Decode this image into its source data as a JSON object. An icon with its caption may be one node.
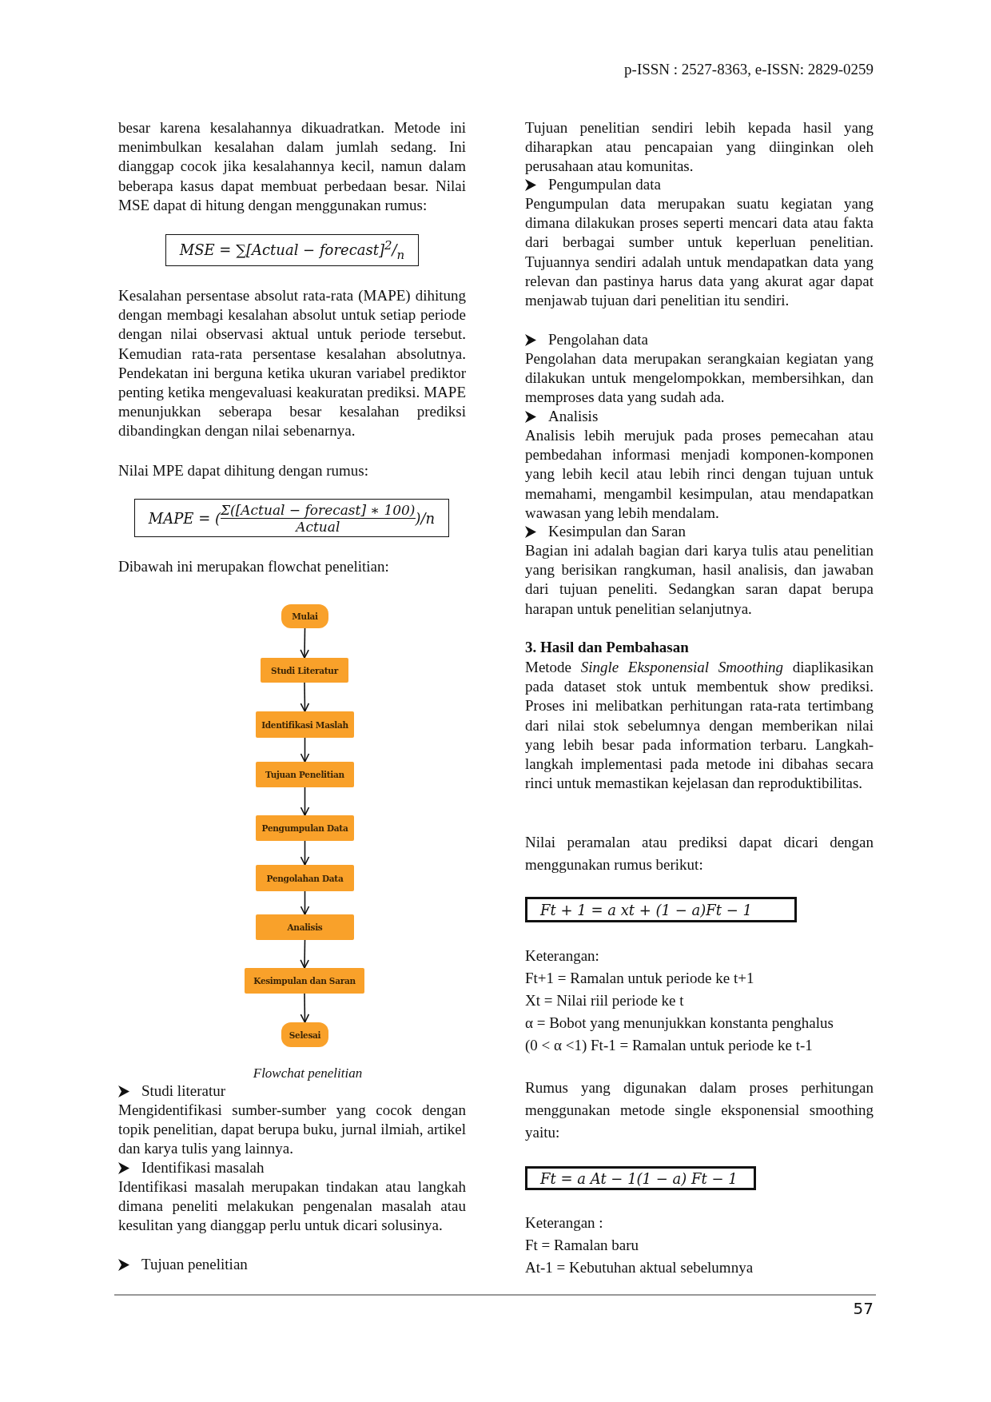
{
  "diagram": {
    "nodes": [
      {
        "text": [
          "MSE = ∑[Actual − forecast]$^{2}$/$_{n}$"
        ]
      },
      {
        "text": [
          "MAPE = (",
          "Σ([Actual − forecast] ∗ 100)",
          "Actual",
          ")/n"
        ]
      },
      {
        "text": [
          "Mulai"
        ]
      },
      {
        "text": [
          "Studi Literatur"
        ]
      },
      {
        "text": [
          "Identifikasi Maslah"
        ]
      },
      {
        "text": [
          "Tujuan Penelitian"
        ]
      },
      {
        "text": [
          "Pengumpulan Data"
        ]
      },
      {
        "text": [
          "Pengolahan Data"
        ]
      },
      {
        "text": [
          "Analisis"
        ]
      },
      {
        "text": [
          "Kesimpulan dan Saran"
        ]
      },
      {
        "text": [
          "Selesai"
        ]
      },
      {
        "text": [
          "Ft + 1 = a xt + (1 − a)Ft − 1"
        ]
      },
      {
        "text": [
          "Ft = a At − 1(1 − a) Ft − 1"
        ]
      }
    ],
    "edges": [
      {
        "from": 2,
        "to": 3,
        "arrow": "to"
      },
      {
        "from": 3,
        "to": 4,
        "arrow": "to"
      },
      {
        "from": 4,
        "to": 5,
        "arrow": "to"
      },
      {
        "from": 5,
        "to": 6,
        "arrow": "to"
      },
      {
        "from": 6,
        "to": 7,
        "arrow": "to"
      },
      {
        "from": 7,
        "to": 8,
        "arrow": "to"
      },
      {
        "from": 8,
        "to": 9,
        "arrow": "to"
      },
      {
        "from": 9,
        "to": 10,
        "arrow": "to"
      }
    ],
    "labels": [
      "p-ISSN : 2527-8363, e-ISSN: 2829-0259",
      "besar karena kesalahannya dikuadratkan. Metode ini menimbulkan kesalahan dalam jumlah sedang. Ini dianggap cocok jika kesalahannya kecil, namun dalam beberapa kasus dapat membuat perbedaan besar. Nilai MSE dapat di hitung dengan menggunakan rumus:",
      "Kesalahan persentase absolut rata-rata (MAPE) dihitung dengan membagi kesalahan absolut untuk setiap periode dengan nilai observasi aktual untuk periode tersebut. Kemudian rata-rata persentase kesalahan absolutnya. Pendekatan ini berguna ketika ukuran variabel prediktor penting ketika mengevaluasi keakuratan prediksi. MAPE menunjukkan seberapa besar kesalahan prediksi dibandingkan dengan nilai sebenarnya.",
      "Nilai MPE dapat dihitung dengan rumus:",
      "Dibawah ini merupakan flowchat penelitian:",
      "Flowchat penelitian",
      "Studi literatur",
      "Mengidentifikasi sumber-sumber yang cocok dengan topik penelitian, dapat berupa buku, jurnal ilmiah, artikel dan karya tulis yang lainnya.",
      "Identifikasi masalah",
      "Identifikasi masalah merupakan tindakan atau langkah dimana peneliti melakukan pengenalan masalah atau kesulitan yang dianggap perlu untuk dicari solusinya.",
      "Tujuan penelitian",
      "Tujuan penelitian sendiri lebih kepada hasil yang diharapkan atau pencapaian yang diinginkan oleh perusahaan atau komunitas.",
      "Pengumpulan data",
      "Pengumpulan data merupakan suatu kegiatan yang dimana dilakukan proses seperti mencari data atau fakta dari berbagai sumber untuk keperluan penelitian. Tujuannya sendiri adalah untuk mendapatkan data yang relevan dan pastinya harus data yang akurat agar dapat menjawab tujuan dari penelitian itu sendiri.",
      "Pengolahan data",
      "Pengolahan data merupakan serangkaian kegiatan yang dilakukan untuk mengelompokkan, membersihkan, dan memproses data yang sudah ada.",
      "Analisis",
      "Analisis lebih merujuk pada proses pemecahan atau pembedahan informasi menjadi komponen-komponen yang lebih kecil atau lebih rinci dengan tujuan untuk memahami, mengambil kesimpulan, atau mendapatkan wawasan yang lebih mendalam.",
      "Kesimpulan dan Saran",
      "Bagian ini adalah bagian dari karya tulis atau penelitian yang berisikan rangkuman, hasil analisis, dan jawaban dari tujuan peneliti. Sedangkan saran dapat berupa harapan untuk penelitian selanjutnya.",
      "3. Hasil dan Pembahasan",
      "Metode *Single* *Eksponensial* *Smoothing* diaplikasikan pada dataset stok untuk membentuk show prediksi. Proses ini melibatkan perhitungan rata-rata tertimbang dari nilai stok sebelumnya dengan memberikan nilai yang lebih besar pada information terbaru. Langkah-langkah implementasi pada metode ini dibahas secara rinci untuk memastikan kejelasan dan reproduktibilitas.",
      "Nilai peramalan atau prediksi dapat dicari dengan menggunakan rumus berikut:",
      "Keterangan:",
      "Ft+1 = Ramalan untuk periode ke t+1",
      "Xt = Nilai riil periode ke t",
      "α = Bobot yang menunjukkan konstanta penghalus",
      "(0 < α <1) Ft-1 = Ramalan untuk periode ke t-1",
      "Rumus yang digunakan dalam proses perhitungan menggunakan metode single eksponensial smoothing yaitu:",
      "Keterangan :",
      "Ft = Ramalan baru",
      "At-1 = Kebutuhan aktual sebelumnya",
      "57"
    ]
  }
}
